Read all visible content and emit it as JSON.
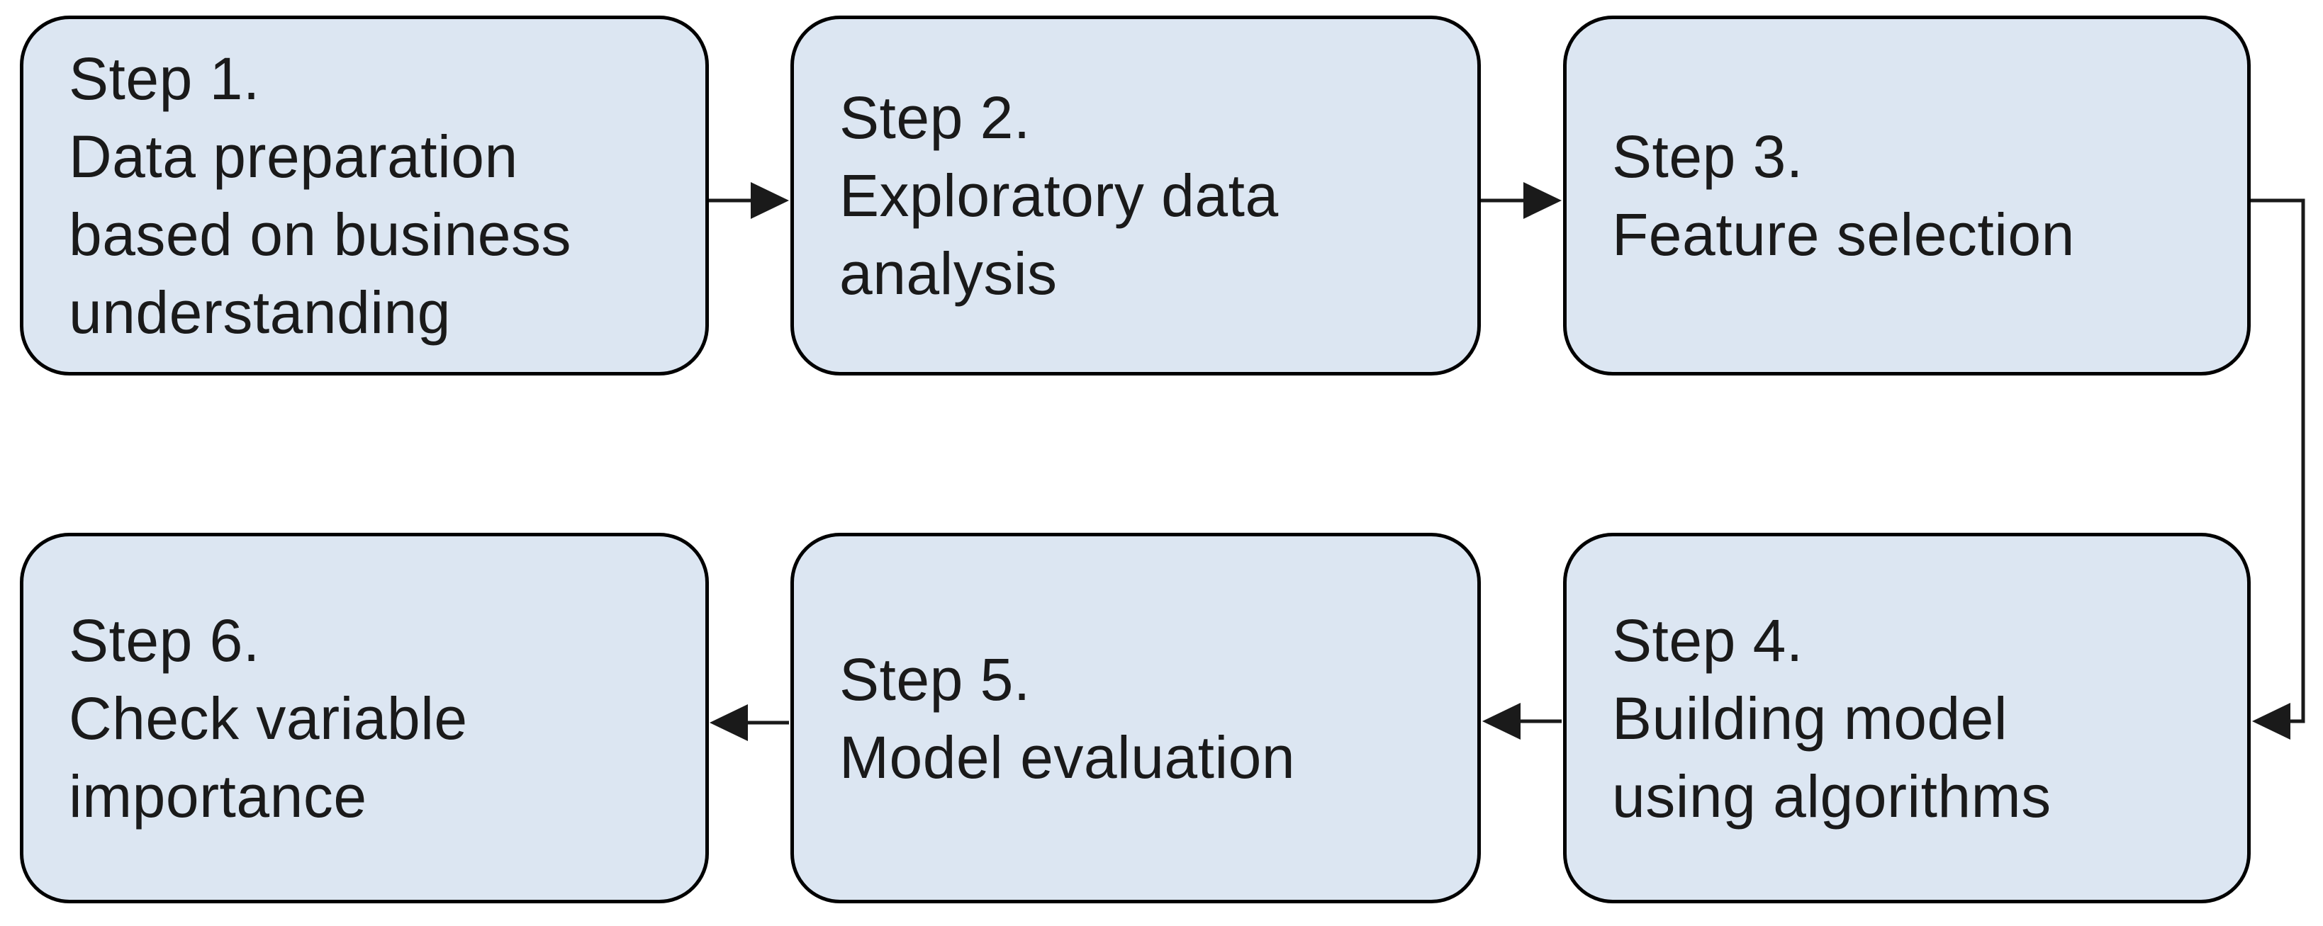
{
  "diagram": {
    "type": "flowchart",
    "description_of_flow": "six sequential steps, top row left-to-right, elbow connector down right side, bottom row right-to-left"
  },
  "steps": [
    {
      "id": "step-1",
      "label": "Step 1.\nData preparation\nbased on business\nunderstanding"
    },
    {
      "id": "step-2",
      "label": "Step 2.\nExploratory data\nanalysis"
    },
    {
      "id": "step-3",
      "label": "Step 3.\nFeature selection"
    },
    {
      "id": "step-4",
      "label": "Step 4.\nBuilding model\nusing algorithms"
    },
    {
      "id": "step-5",
      "label": "Step 5.\nModel evaluation"
    },
    {
      "id": "step-6",
      "label": "Step 6.\nCheck variable\nimportance"
    }
  ],
  "connections": [
    {
      "from": "step-1",
      "to": "step-2",
      "shape": "straight-right"
    },
    {
      "from": "step-2",
      "to": "step-3",
      "shape": "straight-right"
    },
    {
      "from": "step-3",
      "to": "step-4",
      "shape": "elbow-right-then-down"
    },
    {
      "from": "step-4",
      "to": "step-5",
      "shape": "straight-left"
    },
    {
      "from": "step-5",
      "to": "step-6",
      "shape": "straight-left"
    }
  ],
  "colors": {
    "box_fill": "#dce6f2",
    "box_border": "#000000",
    "arrow": "#1a1a1a",
    "text": "#1a1a1a",
    "background": "#ffffff"
  }
}
